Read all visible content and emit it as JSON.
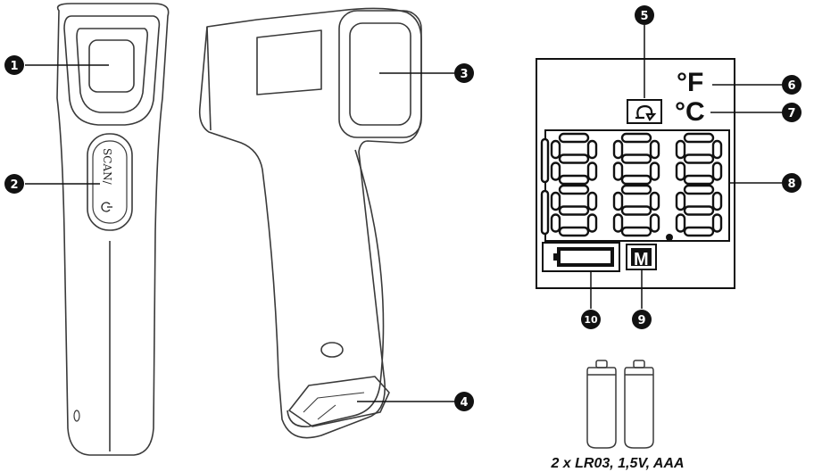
{
  "device": {
    "button_label": "SCAN/",
    "power_icon": "power-icon"
  },
  "callouts": [
    {
      "num": "1"
    },
    {
      "num": "2"
    },
    {
      "num": "3"
    },
    {
      "num": "4"
    },
    {
      "num": "5"
    },
    {
      "num": "6"
    },
    {
      "num": "7"
    },
    {
      "num": "8"
    },
    {
      "num": "9"
    },
    {
      "num": "10"
    }
  ],
  "display": {
    "fahrenheit": "°F",
    "celsius": "°C",
    "memory": "M",
    "scan_icon": "scan-cycle-icon",
    "battery_icon": "battery-icon"
  },
  "battery": {
    "caption": "2 x LR03, 1,5V, AAA"
  },
  "colors": {
    "ink": "#111111",
    "outline": "#3a3a3a"
  }
}
